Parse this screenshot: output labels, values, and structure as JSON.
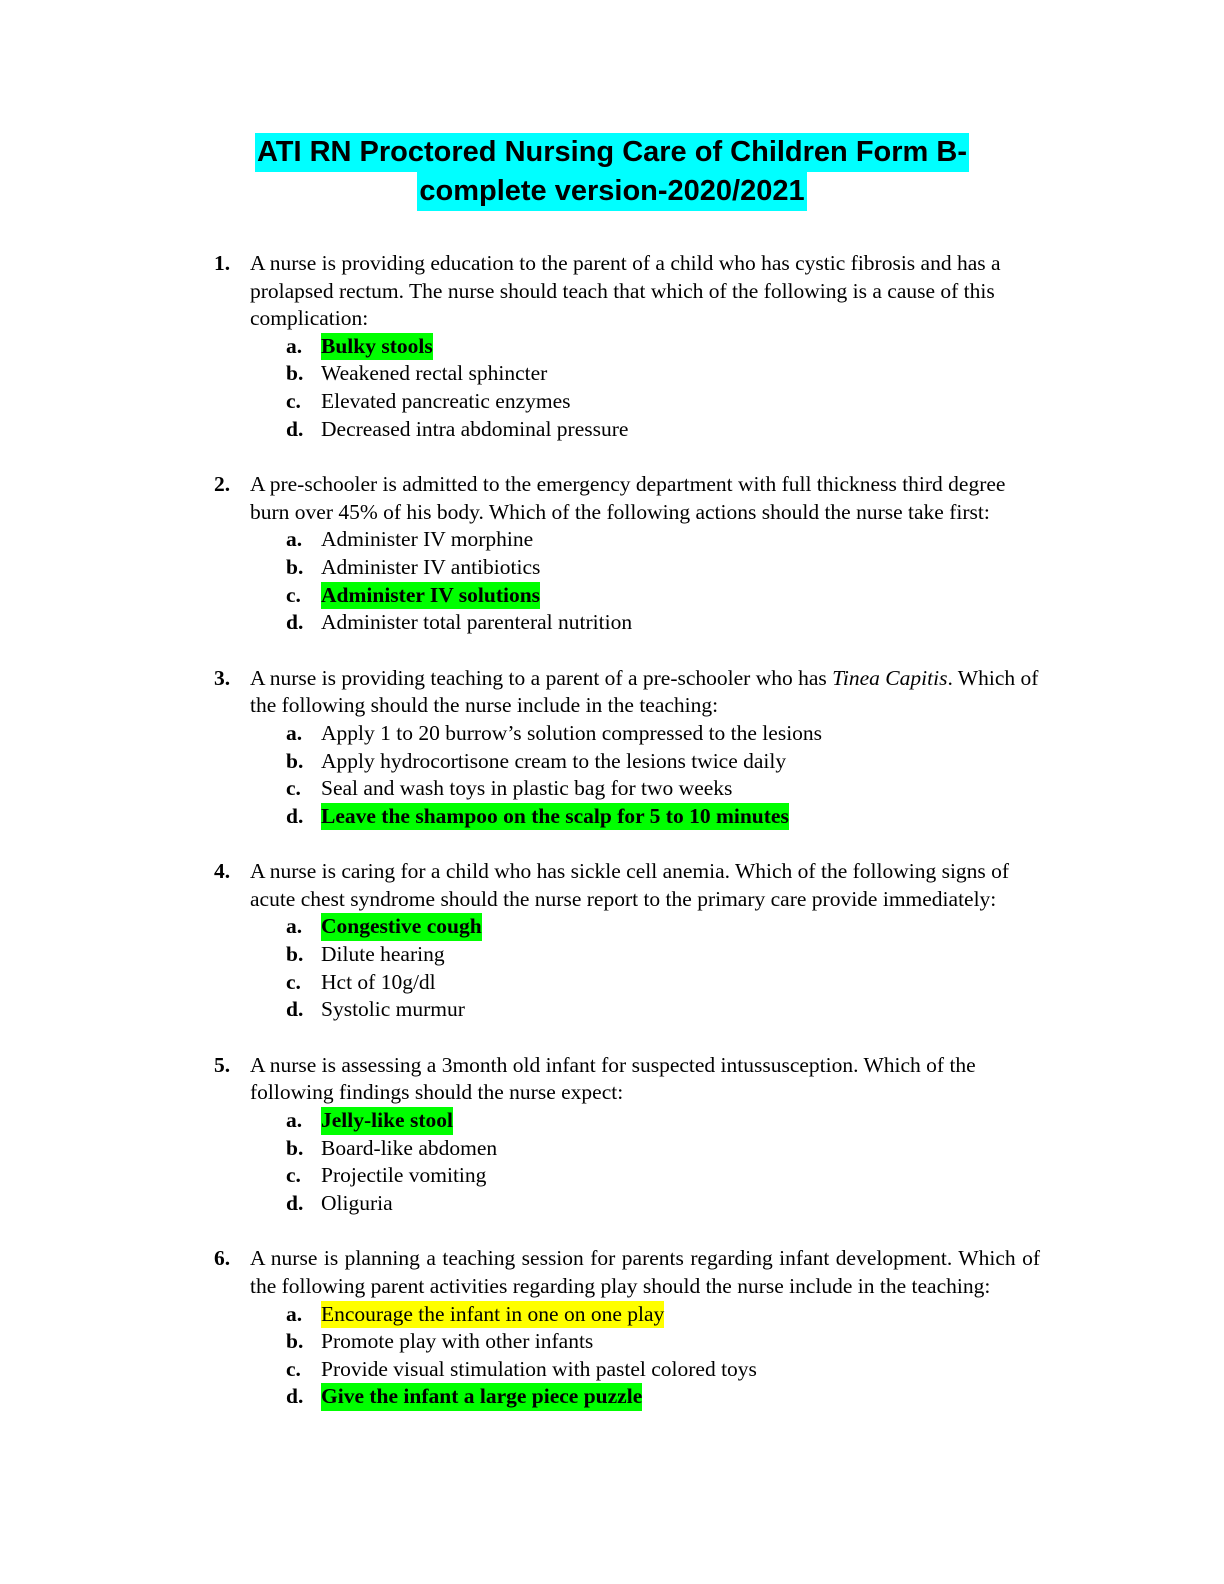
{
  "title": {
    "line1": "ATI RN Proctored Nursing Care of Children Form B-",
    "line2": "complete version-2020/2021"
  },
  "questions": [
    {
      "number": "1.",
      "text": "A nurse is providing education to the parent of a child who has cystic fibrosis and has a prolapsed rectum. The nurse should teach that which of the following is a cause of this complication:",
      "options": [
        {
          "letter": "a.",
          "text": "Bulky stools",
          "highlight": "green"
        },
        {
          "letter": "b.",
          "text": "Weakened rectal sphincter",
          "highlight": "none"
        },
        {
          "letter": "c.",
          "text": "Elevated pancreatic enzymes",
          "highlight": "none"
        },
        {
          "letter": "d.",
          "text": "Decreased intra abdominal pressure",
          "highlight": "none"
        }
      ]
    },
    {
      "number": "2.",
      "text": "A pre-schooler is admitted to the emergency department with full thickness third degree burn over 45% of his body. Which of the following actions should the nurse take first:",
      "options": [
        {
          "letter": "a.",
          "text": "Administer IV morphine",
          "highlight": "none"
        },
        {
          "letter": "b.",
          "text": "Administer IV antibiotics",
          "highlight": "none"
        },
        {
          "letter": "c.",
          "text": "Administer IV solutions",
          "highlight": "green"
        },
        {
          "letter": "d.",
          "text": "Administer total parenteral nutrition",
          "highlight": "none"
        }
      ]
    },
    {
      "number": "3.",
      "text_before": "A nurse is providing teaching to a parent of a pre-schooler who has ",
      "text_italic": "Tinea Capitis",
      "text_after": ". Which of the following should the nurse include in the teaching:",
      "options": [
        {
          "letter": "a.",
          "text": "Apply 1 to 20 burrow’s solution compressed to the lesions",
          "highlight": "none"
        },
        {
          "letter": "b.",
          "text": "Apply hydrocortisone cream to the lesions twice daily",
          "highlight": "none"
        },
        {
          "letter": "c.",
          "text": "Seal and wash toys in plastic bag for two weeks",
          "highlight": "none"
        },
        {
          "letter": "d.",
          "text": "Leave the shampoo on the scalp for 5 to 10 minutes",
          "highlight": "green"
        }
      ]
    },
    {
      "number": "4.",
      "text": "A nurse is caring for a child who has sickle cell anemia. Which of the following signs of acute chest syndrome should the nurse report to the primary care provide immediately:",
      "options": [
        {
          "letter": "a.",
          "text": "Congestive cough",
          "highlight": "green"
        },
        {
          "letter": "b.",
          "text": "Dilute hearing",
          "highlight": "none"
        },
        {
          "letter": "c.",
          "text": "Hct of 10g/dl",
          "highlight": "none"
        },
        {
          "letter": "d.",
          "text": "Systolic murmur",
          "highlight": "none"
        }
      ]
    },
    {
      "number": "5.",
      "text": "A nurse is assessing a 3month old infant for suspected intussusception. Which of the following findings should the nurse expect:",
      "options": [
        {
          "letter": "a.",
          "text": "Jelly-like stool",
          "highlight": "green"
        },
        {
          "letter": "b.",
          "text": "Board-like abdomen",
          "highlight": "none"
        },
        {
          "letter": "c.",
          "text": "Projectile vomiting",
          "highlight": "none"
        },
        {
          "letter": "d.",
          "text": "Oliguria",
          "highlight": "none"
        }
      ]
    },
    {
      "number": "6.",
      "text": "A nurse is planning a teaching session for parents regarding infant development. Which of the following parent activities regarding play should the nurse include in the teaching:",
      "options": [
        {
          "letter": "a.",
          "text": "Encourage the infant in one on one play",
          "highlight": "yellow"
        },
        {
          "letter": "b.",
          "text": "Promote play with other infants",
          "highlight": "none"
        },
        {
          "letter": "c.",
          "text": "Provide visual stimulation with pastel colored toys",
          "highlight": "none"
        },
        {
          "letter": "d.",
          "text": "Give the infant a large piece puzzle",
          "highlight": "green"
        }
      ]
    }
  ],
  "colors": {
    "title_highlight": "#00ffff",
    "answer_highlight": "#00ff00",
    "alt_highlight": "#ffff00"
  }
}
